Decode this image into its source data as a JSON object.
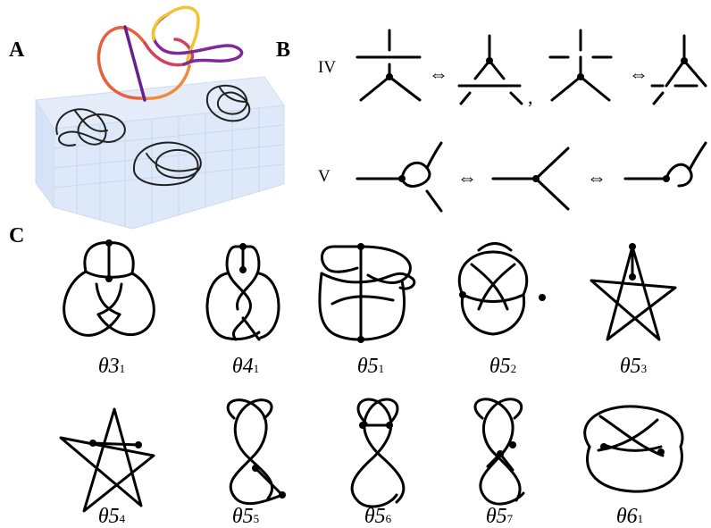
{
  "panels": {
    "a": {
      "label": "A"
    },
    "b": {
      "label": "B",
      "moves": [
        {
          "name": "IV",
          "comma": ","
        },
        {
          "name": "V"
        }
      ]
    },
    "c": {
      "label": "C",
      "knots": [
        {
          "symbol": "θ",
          "num": "3",
          "sub": "1"
        },
        {
          "symbol": "θ",
          "num": "4",
          "sub": "1"
        },
        {
          "symbol": "θ",
          "num": "5",
          "sub": "1"
        },
        {
          "symbol": "θ",
          "num": "5",
          "sub": "2"
        },
        {
          "symbol": "θ",
          "num": "5",
          "sub": "3"
        },
        {
          "symbol": "θ",
          "num": "5",
          "sub": "4"
        },
        {
          "symbol": "θ",
          "num": "5",
          "sub": "5"
        },
        {
          "symbol": "θ",
          "num": "5",
          "sub": "6"
        },
        {
          "symbol": "θ",
          "num": "5",
          "sub": "7"
        },
        {
          "symbol": "θ",
          "num": "6",
          "sub": "1"
        }
      ]
    }
  },
  "arrow_glyph": "⇔",
  "colors": {
    "box_face": "#dde8f8",
    "box_grid": "#c6d6ee",
    "curve_start": "#f4c430",
    "curve_mid": "#e8603c",
    "curve_end": "#5a1a8c"
  }
}
